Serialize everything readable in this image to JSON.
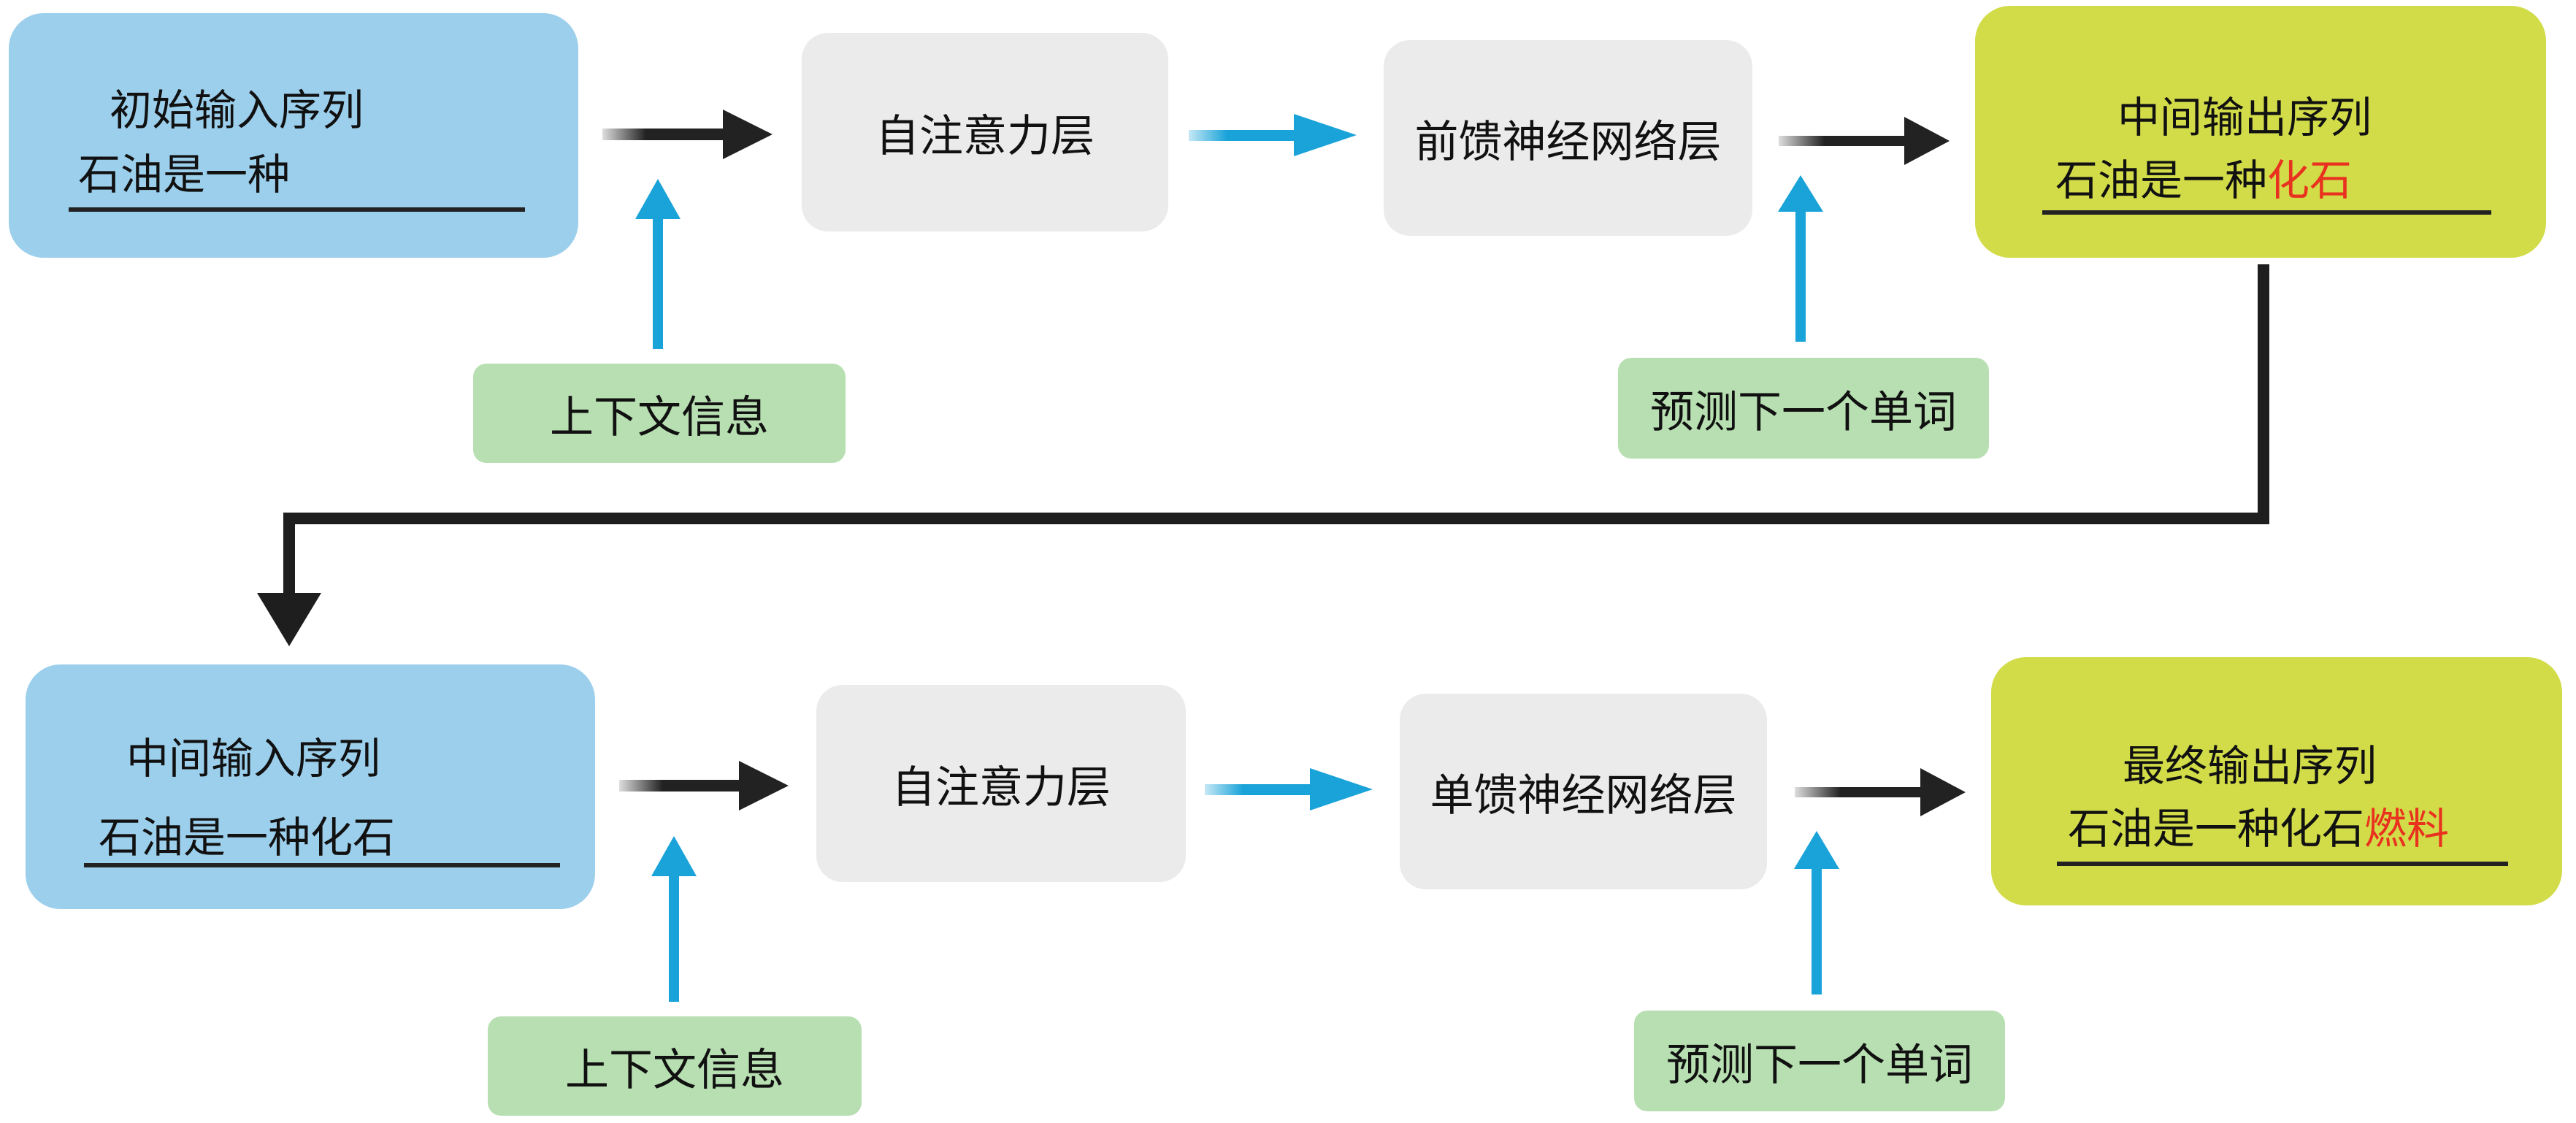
{
  "row1": {
    "input_box": {
      "title": "初始输入序列",
      "text": "石油是一种"
    },
    "attention": "自注意力层",
    "feedforward": "前馈神经网络层",
    "output_box": {
      "title": "中间输出序列",
      "text": "石油是一种",
      "highlight": "化石"
    },
    "context_label": "上下文信息",
    "predict_label": "预测下一个单词"
  },
  "row2": {
    "input_box": {
      "title": "中间输入序列",
      "text": "石油是一种化石"
    },
    "attention": "自注意力层",
    "feedforward": "单馈神经网络层",
    "output_box": {
      "title": "最终输出序列",
      "text": "石油是一种化石",
      "highlight": "燃料"
    },
    "context_label": "上下文信息",
    "predict_label": "预测下一个单词"
  },
  "colors": {
    "input_box": "#9ccfec",
    "layer_box": "#ebebeb",
    "output_box": "#d2dc48",
    "label_box": "#b7dfb1",
    "blue_arrow": "#19a3d9",
    "black_arrow": "#222222",
    "highlight": "#e8321f"
  }
}
